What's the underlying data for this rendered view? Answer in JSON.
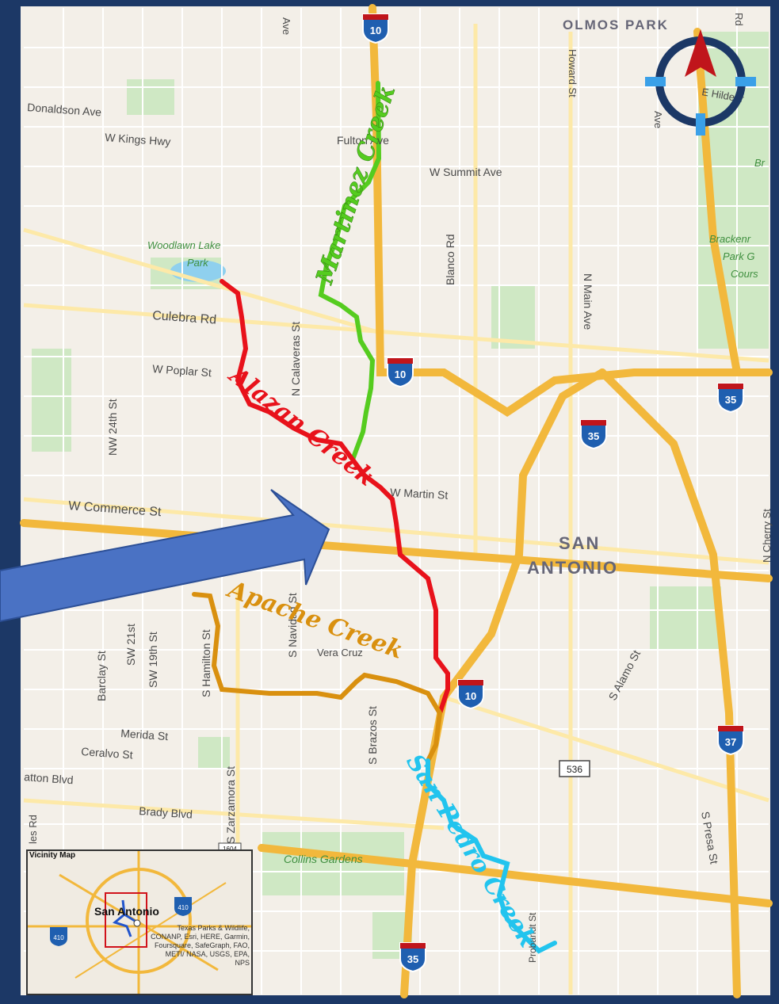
{
  "map": {
    "districts": {
      "olmos_park": "OLMOS PARK",
      "san": "SAN",
      "antonio": "ANTONIO"
    },
    "streets": {
      "donaldson": "Donaldson Ave",
      "kings_hwy": "W Kings Hwy",
      "fulton": "Fulton Ave",
      "summit": "W Summit Ave",
      "culebra": "Culebra Rd",
      "poplar": "W Poplar St",
      "nw24": "NW 24th St",
      "calaveras": "N Calaveras St",
      "blanco": "Blanco Rd",
      "howard": "Howard St",
      "n_main": "N Main Ave",
      "martin": "W Martin St",
      "commerce": "W Commerce St",
      "vera_cruz": "Vera Cruz",
      "navidad": "S Navidad St",
      "hamilton": "S Hamilton St",
      "sw21": "SW 21st",
      "sw19": "SW 19th St",
      "barclay": "Barclay St",
      "merida": "Merida St",
      "ceralvo": "Ceralvo St",
      "patton": "atton Blvd",
      "brady": "Brady Blvd",
      "zarzamora": "S Zarzamora St",
      "brazos": "S Brazos St",
      "alamo": "S Alamo St",
      "presa": "S Presa St",
      "n_cherry": "N Cherry St",
      "hildebrand": "E Hildebr",
      "ave_top": "Ave",
      "ave_right": "Ave",
      "rd_top": "Rd",
      "les_rd": "les Rd",
      "probandt": "Probandt St"
    },
    "parks": {
      "woodlawn1": "Woodlawn Lake",
      "woodlawn2": "Park",
      "collins": "Collins Gardens",
      "brackenridge1": "Brackenr",
      "brackenridge2": "Park G",
      "brackenridge3": "Cours",
      "br": "Br"
    },
    "shields": {
      "i10": "10",
      "i35": "35",
      "i37": "37",
      "r536": "536",
      "r1604": "1604"
    },
    "creeks": {
      "martinez": "Martinez Creek",
      "alazan": "Alazan Creek",
      "apache": "Apache Creek",
      "san_pedro": "San Pedro Creek"
    },
    "colors": {
      "martinez": "#55cc1f",
      "alazan": "#e8121b",
      "apache": "#d9900f",
      "san_pedro": "#22c4ee",
      "arrow": "#4a72c4",
      "frame": "#1c3866",
      "compass_ring": "#1c3866",
      "compass_needle": "#c0151b",
      "compass_ticks": "#3aa0e8"
    },
    "icons": {
      "compass": "compass-icon",
      "arrow": "pointer-arrow-icon"
    }
  },
  "vicinity_map": {
    "title": "Vicinity Map",
    "city": "San Antonio",
    "shield_410a": "410",
    "shield_410b": "410",
    "attribution": "Texas Parks & Wildlife, CONANP, Esri, HERE, Garmin, Foursquare, SafeGraph, FAO, METI/ NASA, USGS, EPA, NPS"
  }
}
